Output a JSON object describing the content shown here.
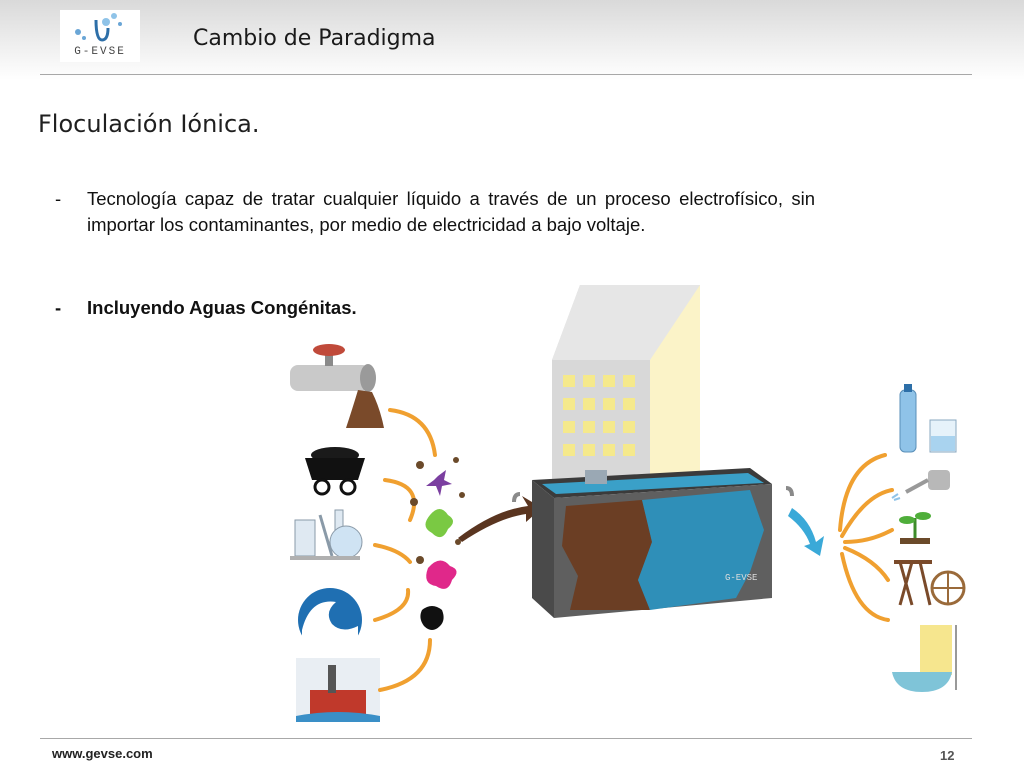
{
  "header": {
    "logo_text": "G-EVSE",
    "title": "Cambio de Paradigma"
  },
  "section": {
    "heading": "Floculación Iónica."
  },
  "bullets": [
    {
      "dash": "-",
      "text": "Tecnología capaz de tratar cualquier líquido a través de un proceso electrofísico, sin importar los contaminantes, por medio de electricidad a bajo voltaje."
    },
    {
      "dash": "-",
      "text": "Incluyendo Aguas Congénitas."
    }
  ],
  "illustration": {
    "tank_logo_text": "G-EVSE",
    "sources": [
      "valve-pipe-icon",
      "mine-cart-icon",
      "lab-flask-icon",
      "wave-icon",
      "oil-rig-icon"
    ],
    "outputs": [
      "water-bottle-icon",
      "watering-can-icon",
      "plant-icon",
      "waterwheel-icon",
      "bathtub-icon"
    ]
  },
  "colors": {
    "accent_orange": "#f0a030",
    "water_blue": "#3aa9d8",
    "sludge_brown": "#6b3e24",
    "tank_gray": "#5f5f5f"
  },
  "footer": {
    "url": "www.gevse.com",
    "page": "12"
  }
}
